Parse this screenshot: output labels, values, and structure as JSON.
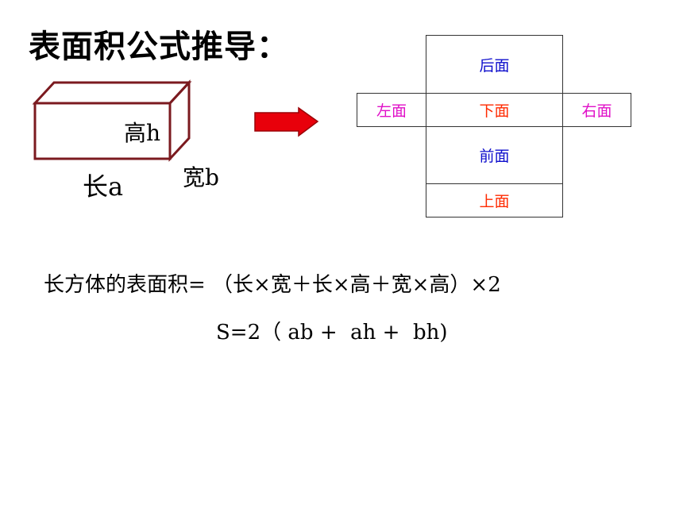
{
  "title": "表面积公式推导：",
  "cuboid": {
    "height_label": "高h",
    "length_label": "长a",
    "width_label": "宽b"
  },
  "net": {
    "back": "后面",
    "left": "左面",
    "bottom": "下面",
    "right": "右面",
    "front": "前面",
    "top": "上面"
  },
  "formula": {
    "line1": "长方体的表面积= （长×宽＋长×高＋宽×高）×2",
    "line2": "S=2（ ab +  ah +  bh)"
  },
  "colors": {
    "box_outline": "#7b1a1f",
    "arrow_fill": "#e8000b",
    "blue": "#0d0dcc",
    "magenta": "#e010c8",
    "red_orange": "#ff2a00"
  }
}
